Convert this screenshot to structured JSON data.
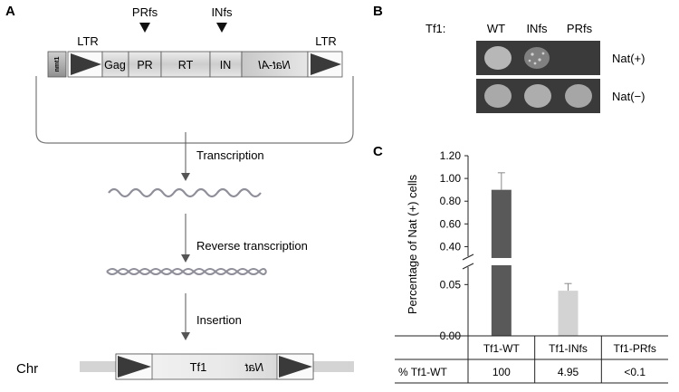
{
  "panel_a": {
    "letter": "A",
    "construct": {
      "promoter": "nmt1",
      "ltr_left": "LTR",
      "ltr_right": "LTR",
      "segments": [
        "Gag",
        "PR",
        "RT",
        "IN",
        "Nat-AI"
      ],
      "mutation_markers": [
        "PRfs",
        "INfs"
      ]
    },
    "steps": [
      "Transcription",
      "Reverse transcription",
      "Insertion"
    ],
    "chromosome": {
      "label": "Chr",
      "element": "Tf1",
      "marker": "Nat"
    }
  },
  "panel_b": {
    "letter": "B",
    "row_label": "Tf1:",
    "columns": [
      "WT",
      "INfs",
      "PRfs"
    ],
    "rows": [
      "Nat(+)",
      "Nat(−)"
    ]
  },
  "panel_c": {
    "letter": "C",
    "ylabel": "Percentage of Nat (+) cells",
    "chart_data": {
      "type": "bar",
      "categories": [
        "Tf1-WT",
        "Tf1-INfs",
        "Tf1-PRfs"
      ],
      "values": [
        0.9,
        0.044,
        0
      ],
      "errors": [
        0.15,
        0.007,
        0
      ],
      "colors": [
        "#595959",
        "#d3d3d3",
        "#ffffff"
      ],
      "ylabel": "Percentage of Nat (+) cells",
      "axis_break": {
        "lower_range": [
          0,
          0.06
        ],
        "upper_range": [
          0.3,
          1.2
        ]
      },
      "lower_ticks": [
        0.0,
        0.05
      ],
      "upper_ticks": [
        0.4,
        0.6,
        0.8,
        1.0,
        1.2
      ],
      "lower_tick_labels": [
        "0.00",
        "0.05"
      ],
      "upper_tick_labels": [
        "0.40",
        "0.60",
        "0.80",
        "1.00",
        "1.20"
      ]
    },
    "table": {
      "row_label": "% Tf1-WT",
      "values": [
        "100",
        "4.95",
        "<0.1"
      ]
    }
  }
}
